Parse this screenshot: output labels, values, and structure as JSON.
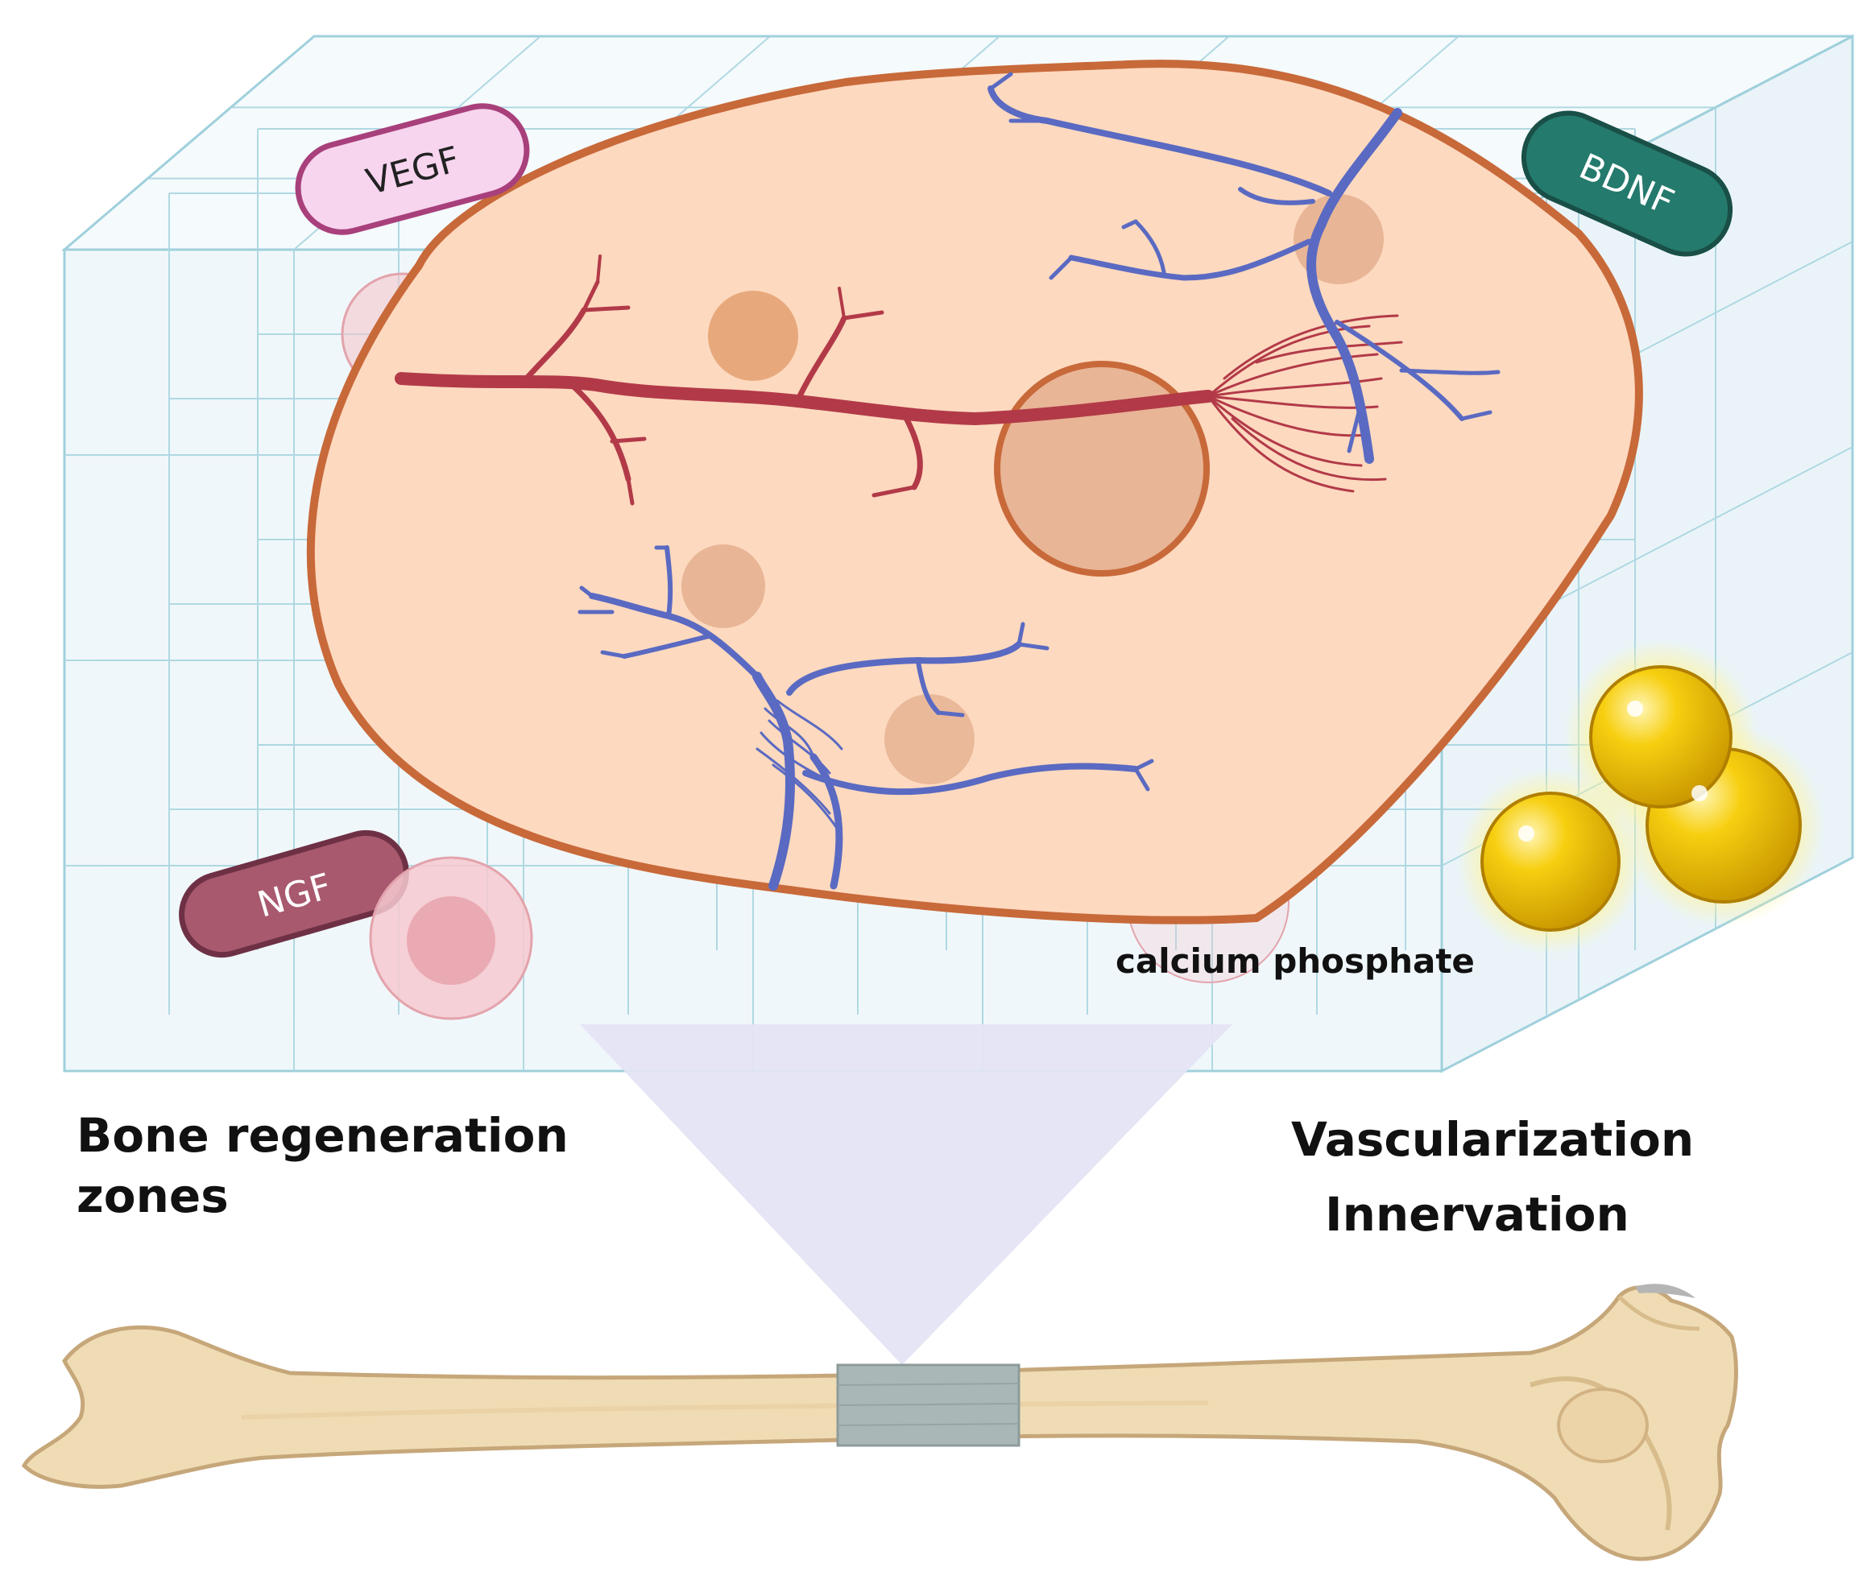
{
  "labels": {
    "vegf": "VEGF",
    "bdnf": "BDNF",
    "ngf": "NGF",
    "calcium_phosphate": "calcium phosphate",
    "bone_regeneration_line1": "Bone regeneration",
    "bone_regeneration_line2": "zones",
    "vascularization": "Vascularization",
    "innervation": "Innervation"
  },
  "colors": {
    "scaffold_grid": "#9fd0dc",
    "scaffold_fill": "#e3f1f6",
    "cell_fill": "#fdd9bf",
    "cell_border": "#c8693a",
    "nucleus_fill": "#e8b596",
    "artery": "#b23a48",
    "vein": "#5a6ac2",
    "vegf_fill": "#f7d5ef",
    "vegf_border": "#a8407c",
    "bdnf_fill": "#247a6c",
    "ngf_fill": "#a8596e",
    "calcium_phosphate": "#f2c100",
    "bone": "#f0dcb4",
    "bone_outline": "#c6a77a",
    "implant": "#a9b7b7",
    "funnel": "#e4e4f4"
  }
}
